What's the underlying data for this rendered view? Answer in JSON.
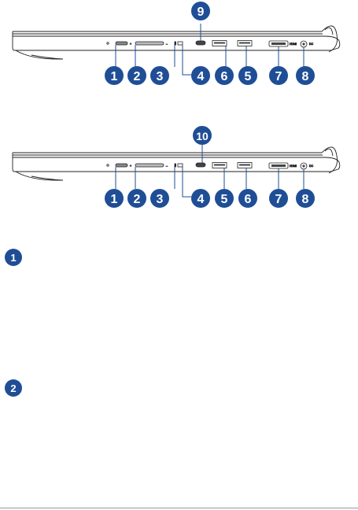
{
  "callouts_top": [
    "1",
    "2",
    "3",
    "4",
    "6",
    "5",
    "7",
    "8"
  ],
  "callout_top_usb_c": "9",
  "callouts_bottom": [
    "1",
    "2",
    "3",
    "4",
    "5",
    "6",
    "7",
    "8"
  ],
  "callout_bottom_usb_c": "10",
  "port_labels": {
    "volume_plus": "+",
    "volume_minus": "–",
    "hdmi": "HDMI",
    "dc_in": "DC"
  },
  "sections": [
    {
      "marker": "1"
    },
    {
      "marker": "2"
    }
  ],
  "colors": {
    "callout": "#1f4e96",
    "outline": "#231f20",
    "background": "#ffffff"
  }
}
